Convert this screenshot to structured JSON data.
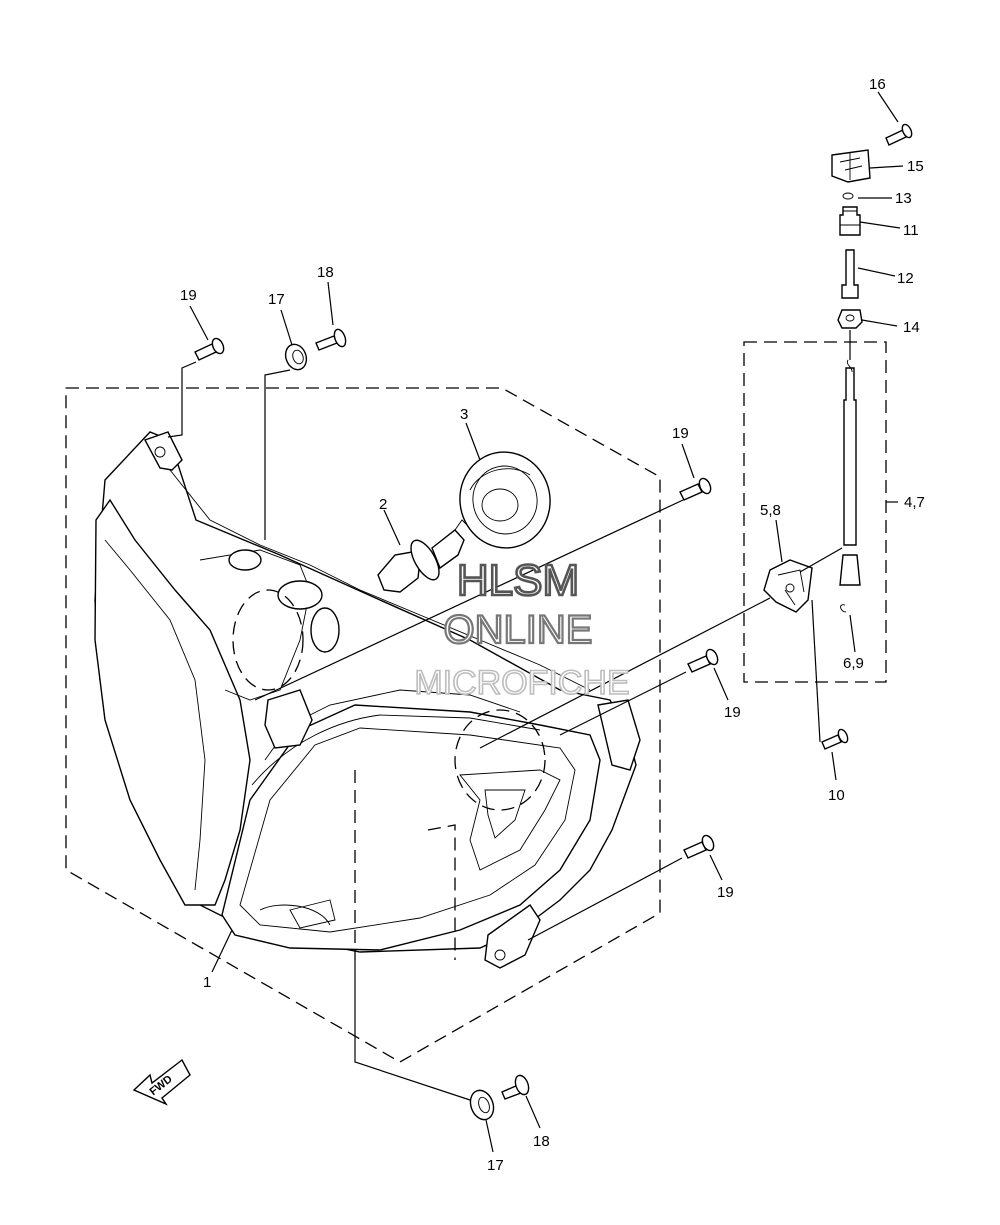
{
  "watermark": {
    "line1": "HLSM",
    "line2": "ONLINE",
    "line3": "MICROFICHE"
  },
  "arrow_label": "FWD",
  "callouts": {
    "c1": "1",
    "c2": "2",
    "c3": "3",
    "c47": "4,7",
    "c58": "5,8",
    "c69": "6,9",
    "c10": "10",
    "c11": "11",
    "c12": "12",
    "c13": "13",
    "c14": "14",
    "c15": "15",
    "c16": "16",
    "c17a": "17",
    "c17b": "17",
    "c18a": "18",
    "c18b": "18",
    "c19a": "19",
    "c19b": "19",
    "c19c": "19",
    "c19d": "19"
  },
  "colors": {
    "line": "#000000",
    "background": "#ffffff",
    "watermark_outline": "#888888"
  }
}
